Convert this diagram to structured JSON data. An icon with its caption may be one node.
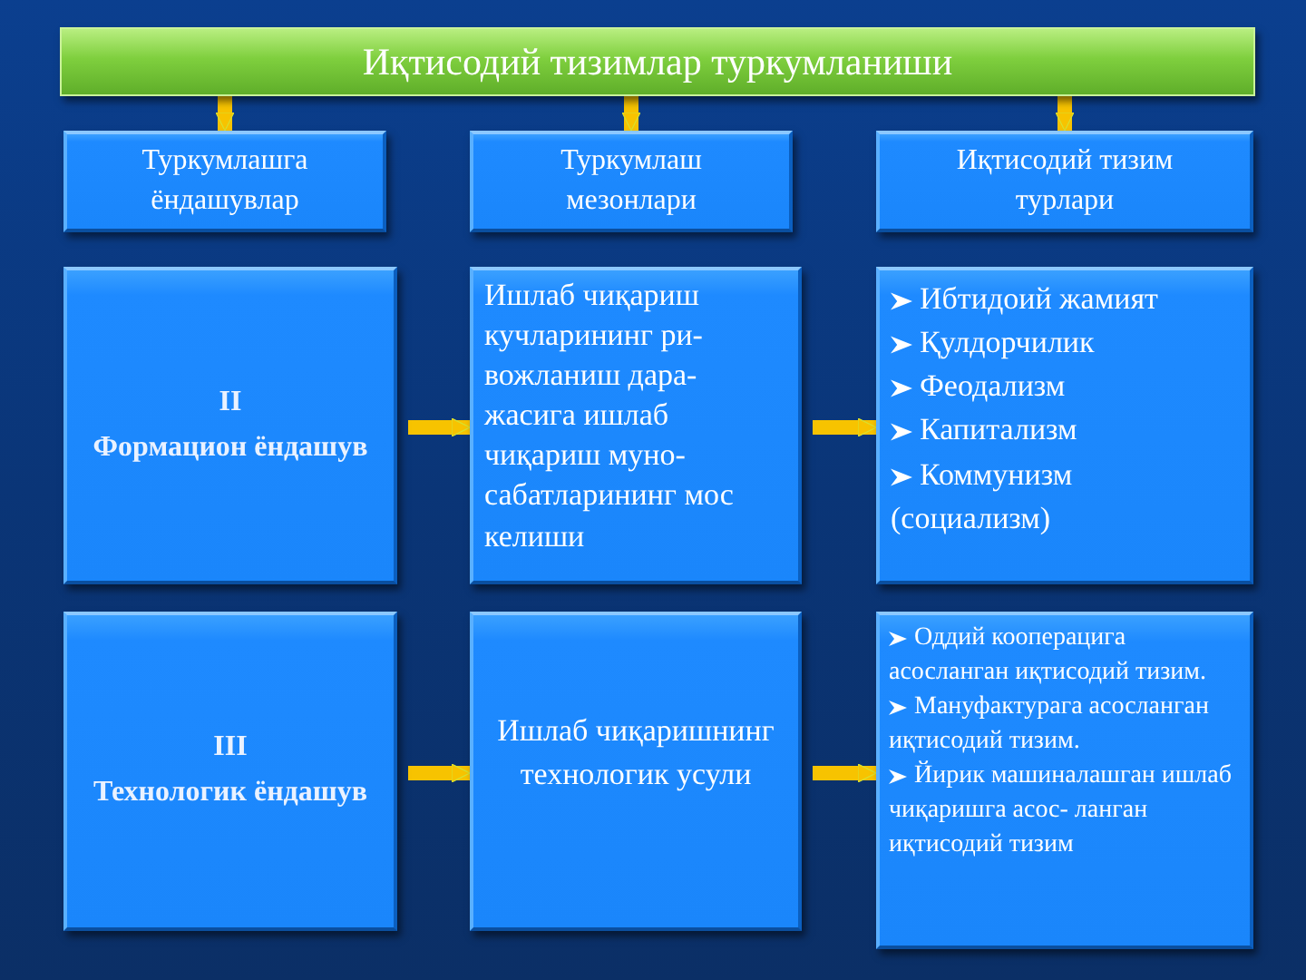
{
  "diagram": {
    "nodes": [
      {
        "text": [
          "Иқтисодий тизимлар туркумланиши"
        ]
      },
      {
        "text": [
          "Туркумлашга ёндашувлар"
        ]
      },
      {
        "text": [
          "Туркумлаш мезонлари"
        ]
      },
      {
        "text": [
          "Иқтисодий тизим турлари"
        ]
      },
      {
        "text": [
          "II",
          "Формацион ёндашув"
        ]
      },
      {
        "text": [
          "Ишлаб чиқариш кучларининг ри- вожланиш дара- жасига ишлаб чиқариш муно- сабатларининг мос келиши"
        ]
      },
      {
        "text": [
          "Ибтидоий жамият",
          "Қулдорчилик",
          "Феодализм",
          "Капитализм",
          "Коммунизм (социализм)"
        ]
      },
      {
        "text": [
          "III",
          "Технологик ёндашув"
        ]
      },
      {
        "text": [
          "Ишлаб чиқаришнинг технологик усули"
        ]
      },
      {
        "text": [
          "Оддий кооперацига асосланган иқтисодий тизим.",
          "Мануфактурага асосланган иқтисодий тизим.",
          "Йирик машиналашган ишлаб чиқаришга асос- ланган иқтисодий тизим"
        ]
      }
    ],
    "edges": [
      {
        "from": 0,
        "to": 1,
        "arrow": "to"
      },
      {
        "from": 0,
        "to": 2,
        "arrow": "to"
      },
      {
        "from": 0,
        "to": 3,
        "arrow": "to"
      },
      {
        "from": 4,
        "to": 5,
        "arrow": "to"
      },
      {
        "from": 5,
        "to": 6,
        "arrow": "to"
      },
      {
        "from": 7,
        "to": 8,
        "arrow": "to"
      },
      {
        "from": 8,
        "to": 9,
        "arrow": "to"
      }
    ]
  }
}
